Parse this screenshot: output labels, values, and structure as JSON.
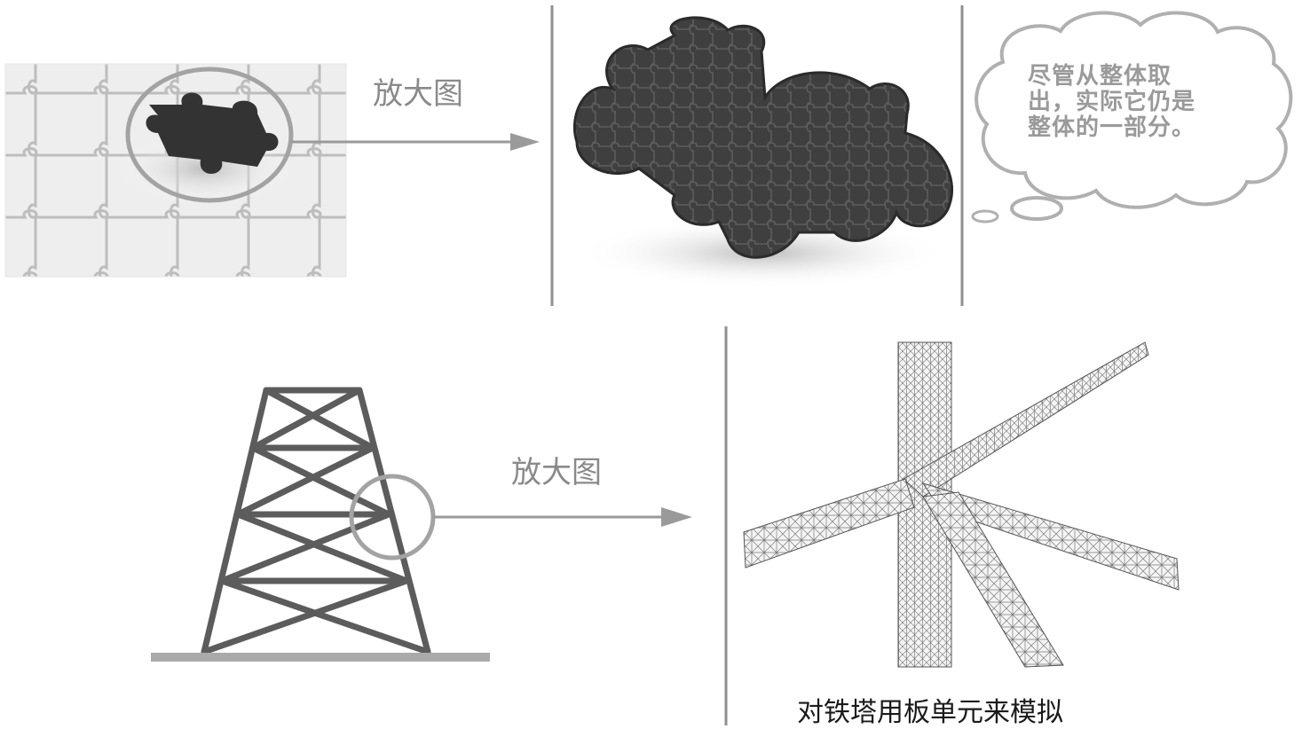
{
  "top_row": {
    "zoom_label": "放大图",
    "bubble_text": "尽管从整体取出，实际它仍是整体的一部分。"
  },
  "bottom_row": {
    "zoom_label": "放大图",
    "caption": "对铁塔用板单元来模拟"
  },
  "colors": {
    "line_gray": "#9a9a9a",
    "tower_gray": "#5a5a5a",
    "piece_dark": "#3c3c3c",
    "mesh": "#6a6a6a"
  }
}
